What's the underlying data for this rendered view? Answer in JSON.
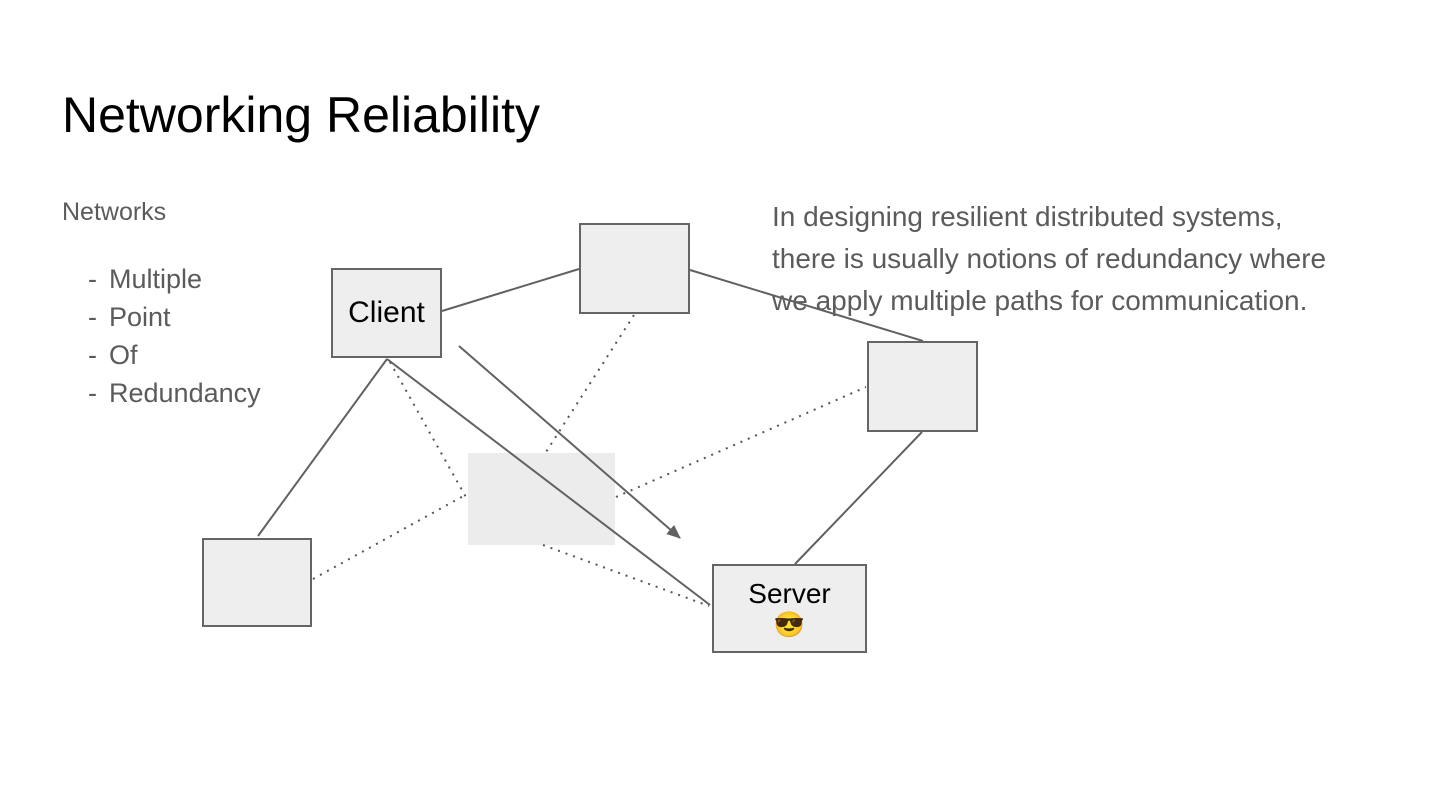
{
  "slide": {
    "title": "Networking Reliability",
    "left_panel": {
      "heading": "Networks",
      "bullet": "-",
      "items": [
        "Multiple",
        "Point",
        "Of",
        "Redundancy"
      ]
    },
    "paragraph": {
      "lines": [
        "In designing resilient distributed systems,",
        "there is usually notions of redundancy where",
        "we apply multiple paths for communication."
      ]
    },
    "diagram": {
      "client_label": "Client",
      "server_label": "Server",
      "server_emoji": "😎"
    },
    "colors": {
      "background": "#ffffff",
      "title_text": "#000000",
      "body_text": "#5b5b5b",
      "node_fill": "#eeeeee",
      "ghost_node_fill": "#ececec",
      "node_border": "#656565",
      "connector_line": "#616161",
      "dotted_line": "#555555"
    }
  }
}
